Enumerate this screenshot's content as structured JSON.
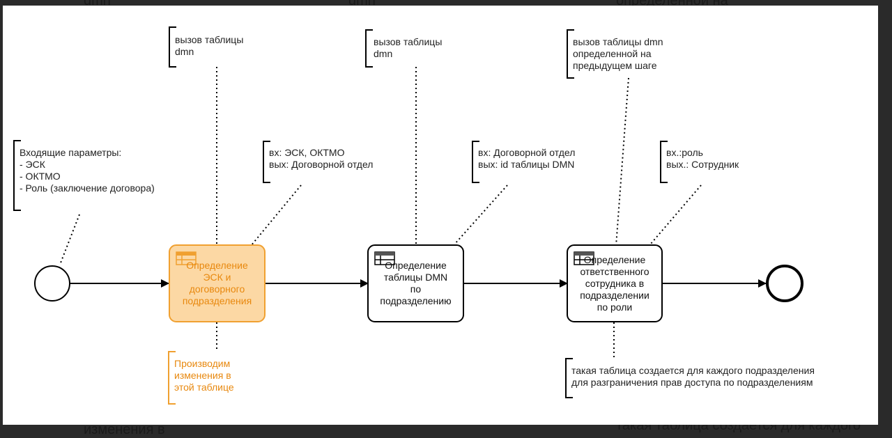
{
  "backdrop": {
    "top_texts": [
      "dmn",
      "dmn",
      "определенной на"
    ],
    "bottom_texts": [
      "изменения в",
      "такая таблица создается для каждого"
    ]
  },
  "annotations": {
    "start_params": [
      "Входящие параметры:",
      "- ЭСК",
      "- ОКТМО",
      "- Роль (заключение договора)"
    ],
    "call_1": [
      "вызов таблицы",
      "dmn"
    ],
    "io_1": [
      "вх: ЭСК, ОКТМО",
      "вых: Договорной отдел"
    ],
    "change_note": [
      "Производим",
      "изменения в",
      "этой таблице"
    ],
    "call_2": [
      "вызов таблицы",
      "dmn"
    ],
    "io_2": [
      "вх: Договорной отдел",
      "вых: id таблицы DMN"
    ],
    "call_3": [
      "вызов таблицы dmn",
      "определенной на",
      "предыдущем шаге"
    ],
    "io_3": [
      "вх.:роль",
      "вых.: Сотрудник"
    ],
    "access_note": [
      "такая таблица создается для каждого подразделения",
      "для разграничения прав доступа по подразделениям"
    ]
  },
  "tasks": [
    {
      "lines": [
        "Определение",
        "ЭСК и",
        "договорного",
        "подразделения"
      ],
      "highlighted": true
    },
    {
      "lines": [
        "Определение",
        "таблицы DMN",
        "по",
        "подразделению"
      ],
      "highlighted": false
    },
    {
      "lines": [
        "Определение",
        "ответственного",
        "сотрудника в",
        "подразделении",
        "по роли"
      ],
      "highlighted": false
    }
  ],
  "colors": {
    "highlight_stroke": "#f0a030",
    "highlight_fill": "#fcd8a4",
    "highlight_text": "#e8880e",
    "stroke": "#000000"
  },
  "icons": [
    "business-rule-icon",
    "business-rule-icon",
    "business-rule-icon"
  ]
}
